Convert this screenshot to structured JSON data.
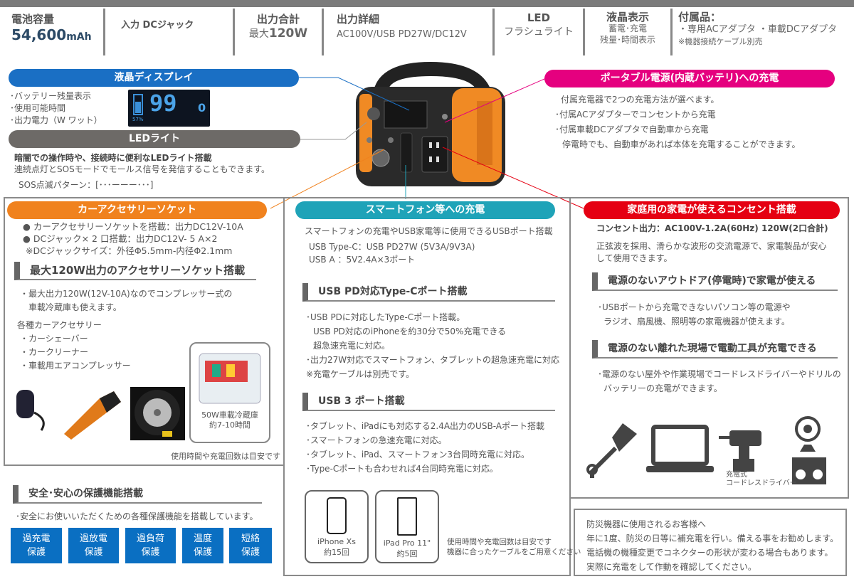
{
  "specs": [
    {
      "title": "電池容量",
      "value": "54,600",
      "unit": "mAh"
    },
    {
      "title": "入力 DCジャック"
    },
    {
      "title": "出力合計",
      "prefix": "最大",
      "value": "120W"
    },
    {
      "title": "出力詳細",
      "value": "AC100V/USB PD27W/DC12V"
    },
    {
      "title": "LED",
      "value": "フラシュライト"
    },
    {
      "title": "液晶表示",
      "line1": "蓄電･充電",
      "line2": "残量･時間表示"
    },
    {
      "title": "付属品：",
      "line1": "・専用ACアダプタ ・車載DCアダプタ",
      "line2": "※機器接続ケーブル別売"
    }
  ],
  "lcd": {
    "title": "液晶ディスプレイ",
    "items": [
      "･バッテリー残量表示",
      "･使用可能時間",
      "･出力電力（W ワット）"
    ],
    "screen_value": "99",
    "screen_right": "0",
    "screen_pct": "57%"
  },
  "led": {
    "title": "LEDライト",
    "bold": "暗闇での操作時や、接続時に便利なLEDライト搭載",
    "line": "連続点灯とSOSモードでモールス信号を発信することもできます。",
    "sos": "SOS点滅パターン：[･･･ーーー･･･]"
  },
  "charge": {
    "title": "ポータブル電源(内蔵バッテリ)への充電",
    "lines": [
      "付属充電器で2つの充電方法が選べます。",
      "･付属ACアダプターでコンセントから充電",
      "･付属車載DCアダプタで自動車から充電",
      "停電時でも、自動車があれば本体を充電することができます。"
    ]
  },
  "car": {
    "title": "カーアクセサリーソケット",
    "specs": [
      "●  カーアクセサリーソケットを搭載：出力DC12V-10A",
      "●  DCジャック× 2 口搭載：出力DC12V- 5 A×2",
      "※DCジャックサイズ：外径Φ5.5mm-内径Φ2.1mm"
    ],
    "heading": "最大120W出力のアクセサリーソケット搭載",
    "desc": [
      "・最大出力120W(12V-10A)なのでコンプレッサー式の",
      "車載冷蔵庫も使えます。"
    ],
    "acc_title": "各種カーアクセサリー",
    "acc": [
      "・カーシェーバー",
      "・カークリーナー",
      "・車載用エアコンプレッサー"
    ],
    "fridge": [
      "50W車載冷蔵庫",
      "約7-10時間"
    ],
    "note": "使用時間や充電回数は目安です"
  },
  "safety": {
    "heading": "安全･安心の保護機能搭載",
    "desc": "･安全にお使いいただくための各種保護機能を搭載しています。",
    "items": [
      [
        "過充電",
        "保護"
      ],
      [
        "過放電",
        "保護"
      ],
      [
        "過負荷",
        "保護"
      ],
      [
        "温度",
        "保護"
      ],
      [
        "短絡",
        "保護"
      ]
    ],
    "color": "#0a6fc2"
  },
  "phone": {
    "title": "スマートフォン等への充電",
    "intro": "スマートフォンの充電やUSB家電等に使用できるUSBポート搭載",
    "ports": [
      "USB Type-C：USB PD27W (5V3A/9V3A)",
      "USB A ：5V2.4A×3ポート"
    ],
    "pd_heading": "USB PD対応Type-Cポート搭載",
    "pd_lines": [
      "･USB PDに対応したType-Cポート搭載。",
      "USB PD対応のiPhoneを約30分で50%充電できる",
      "超急速充電に対応。",
      "･出力27W対応でスマートフォン、タブレットの超急速充電に対応",
      "※充電ケーブルは別売です。"
    ],
    "usb_heading": "USB 3 ポート搭載",
    "usb_lines": [
      "･タブレット、iPadにも対応する2.4A出力のUSB-Aポート搭載",
      "･スマートフォンの急速充電に対応。",
      "･タブレット、iPad、スマートフォン3台同時充電に対応。",
      "･Type-Cポートも合わせれば4台同時充電に対応。"
    ],
    "devices": [
      {
        "name": "iPhone Xs",
        "count": "約15回"
      },
      {
        "name": "iPad Pro 11\"",
        "count": "約5回"
      }
    ],
    "note": [
      "使用時間や充電回数は目安です",
      "機器に合ったケーブルをご用意ください"
    ]
  },
  "home": {
    "title": "家庭用の家電が使えるコンセント搭載",
    "output": "コンセント出力：AC100V-1.2A(60Hz) 120W(2口合計)",
    "desc": [
      "正弦波を採用、滑らかな波形の交流電源で、家電製品が安心",
      "して使用できます。"
    ],
    "h1": "電源のないアウトドア(停電時)で家電が使える",
    "l1": [
      "･USBポートから充電できないパソコン等の電源や",
      "ラジオ、扇風機、照明等の家電機器が使えます。"
    ],
    "h2": "電源のない離れた現場で電動工具が充電できる",
    "l2": [
      "･電源のない屋外や作業現場でコードレスドライバーやドリルの",
      "バッテリーの充電ができます。"
    ],
    "drill_label": [
      "充電式",
      "コードレスドライバー"
    ]
  },
  "notice": [
    "防災機器に使用されるお客様へ",
    "年に1度、防災の日等に補充電を行い。備える事をお勧めします。",
    "電話機の機種変更でコネクターの形状が変わる場合もあります。",
    "実際に充電をして作動を確認してください。"
  ],
  "colors": {
    "blue": "#1a6fc4",
    "gray": "#6d6a67",
    "magenta": "#e5007f",
    "orange": "#f0821e",
    "teal": "#1fa3b8",
    "red": "#e50012",
    "product_orange": "#f08a24"
  }
}
